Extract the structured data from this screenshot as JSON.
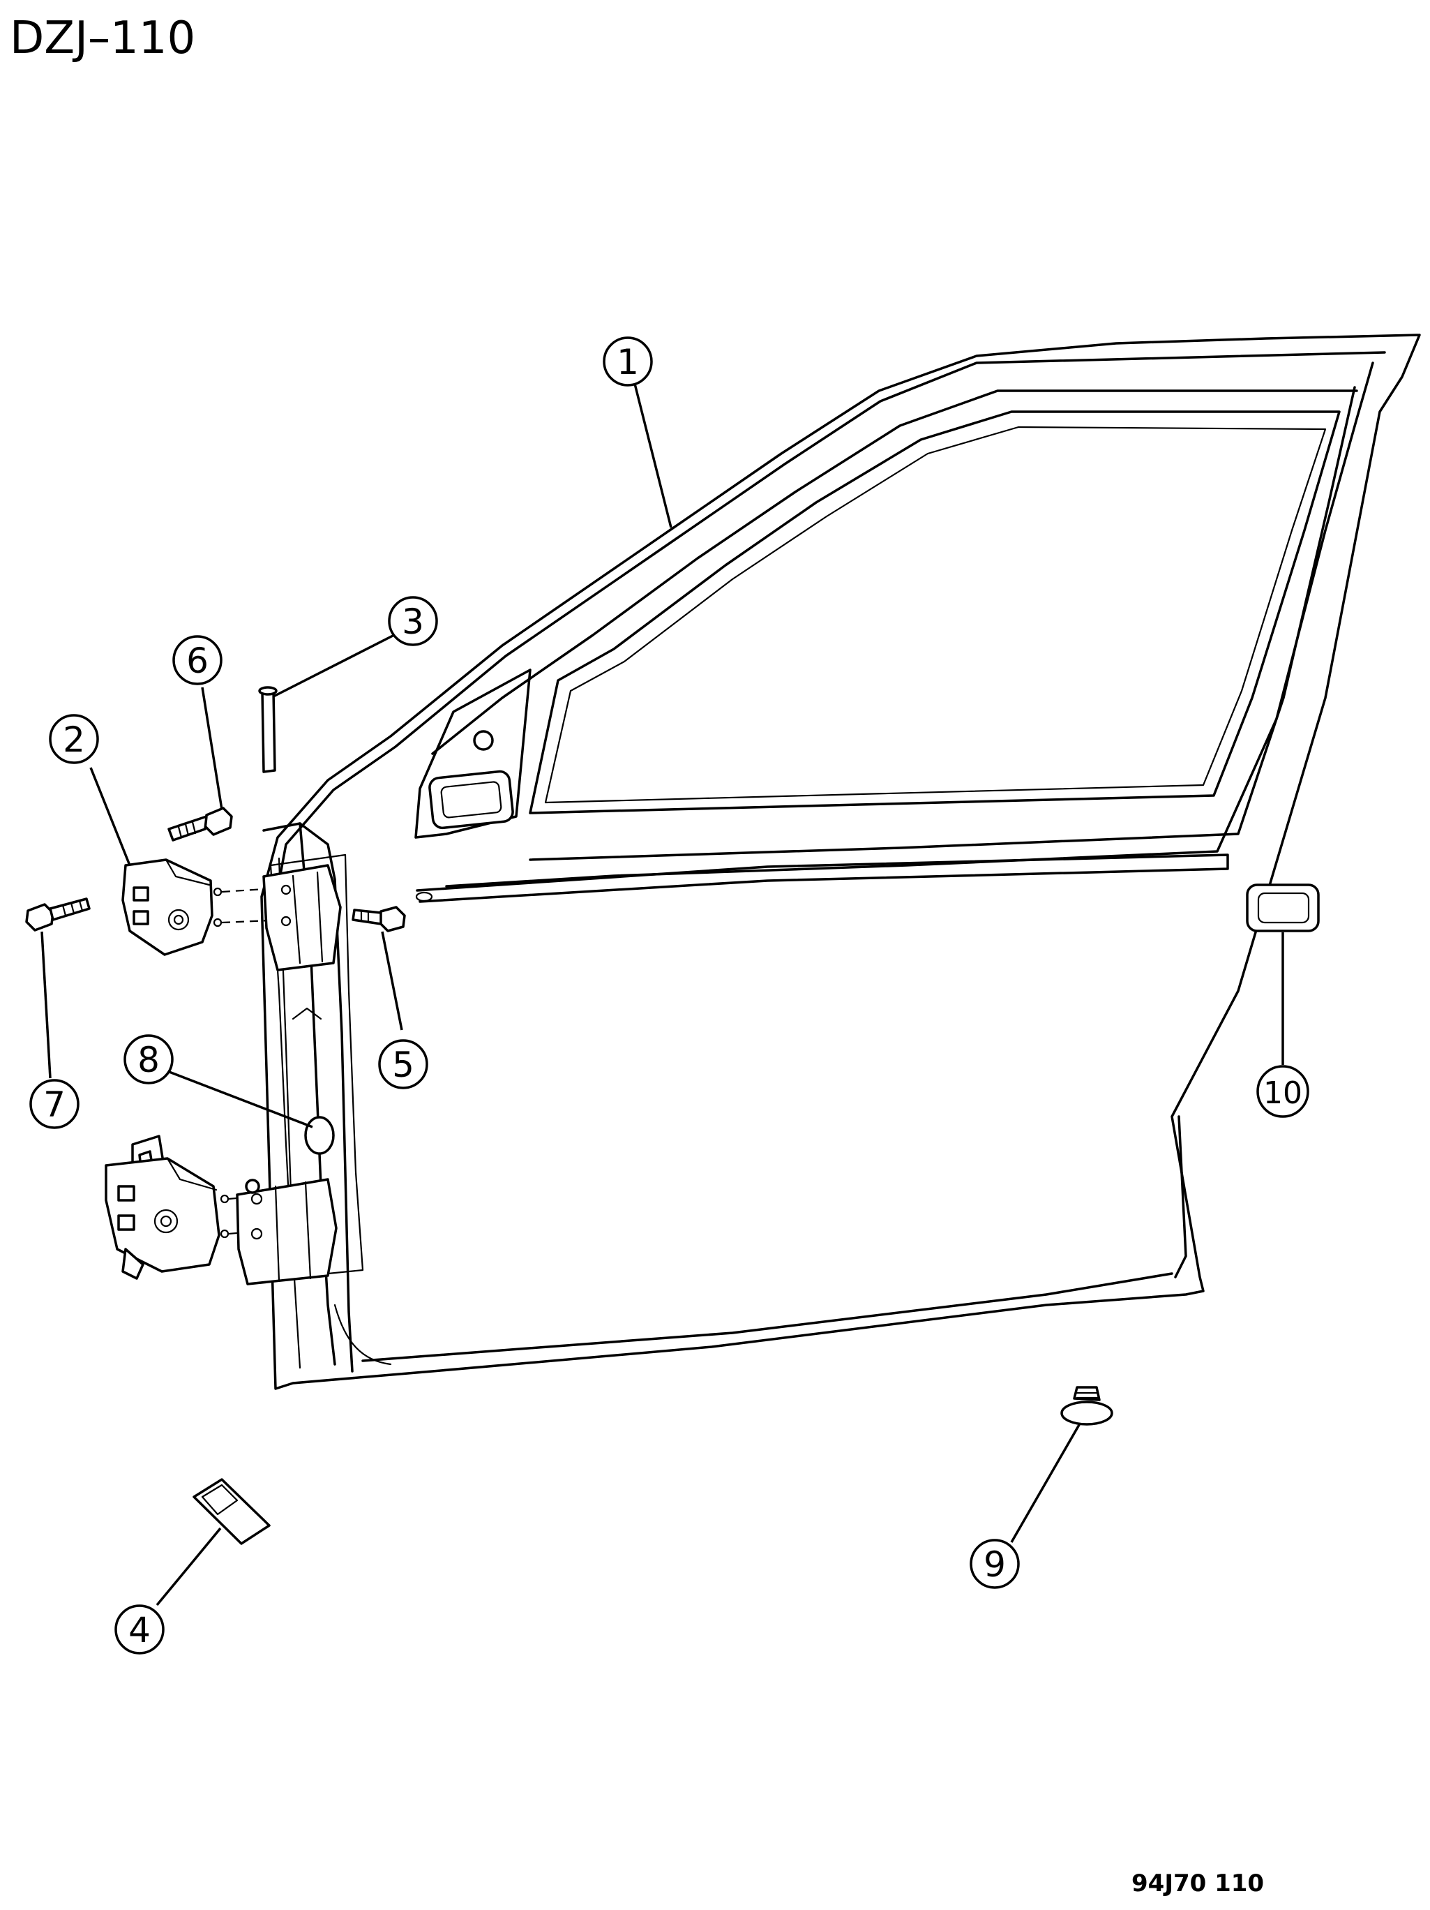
{
  "title": "DZJ–110",
  "footer_code": "94J70  110",
  "callouts": [
    "1",
    "2",
    "3",
    "4",
    "5",
    "6",
    "7",
    "8",
    "9",
    "10"
  ]
}
